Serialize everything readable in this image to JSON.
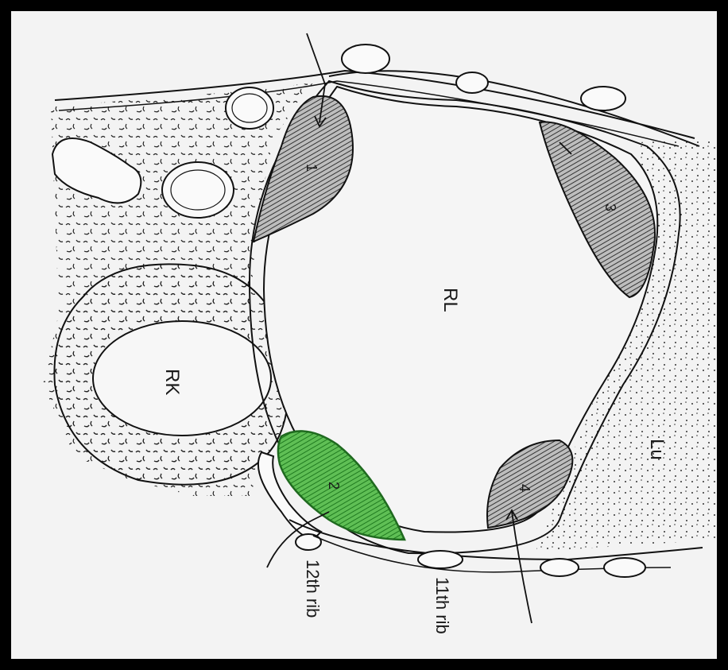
{
  "labels": {
    "right_lung": "RL",
    "right_kidney": "RK",
    "liver": "Lu",
    "rib_12": "12th rib",
    "rib_11": "11th rib",
    "region_1": "1",
    "region_2": "2",
    "region_3": "3",
    "region_4": "4"
  },
  "colors": {
    "background": "#000000",
    "paper": "#f3f3f3",
    "ink": "#1a1a1a",
    "highlight_fill": "#3f9b3a",
    "hatch_fill": "#8a8a8a"
  },
  "highlighted_region": "2"
}
